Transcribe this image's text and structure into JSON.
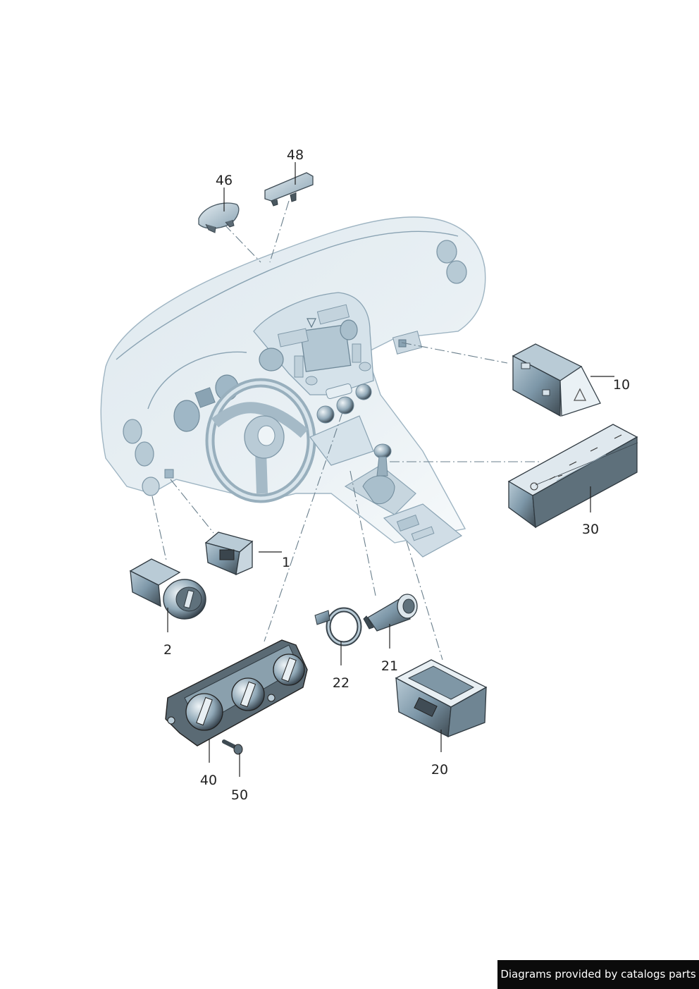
{
  "callouts": [
    {
      "id": "46",
      "label": "46"
    },
    {
      "id": "48",
      "label": "48"
    },
    {
      "id": "10",
      "label": "10"
    },
    {
      "id": "30",
      "label": "30"
    },
    {
      "id": "1",
      "label": "1"
    },
    {
      "id": "2",
      "label": "2"
    },
    {
      "id": "22",
      "label": "22"
    },
    {
      "id": "21",
      "label": "21"
    },
    {
      "id": "20",
      "label": "20"
    },
    {
      "id": "40",
      "label": "40"
    },
    {
      "id": "50",
      "label": "50"
    }
  ],
  "footer": {
    "text": "Diagrams provided by catalogs parts"
  },
  "colors": {
    "dash_fill": "#e3ecf1",
    "dash_shade": "#c9d8e1",
    "part_dark": "#46525b",
    "part_mid": "#7f9aab",
    "part_light": "#c3d3dd",
    "ink": "#222222"
  }
}
